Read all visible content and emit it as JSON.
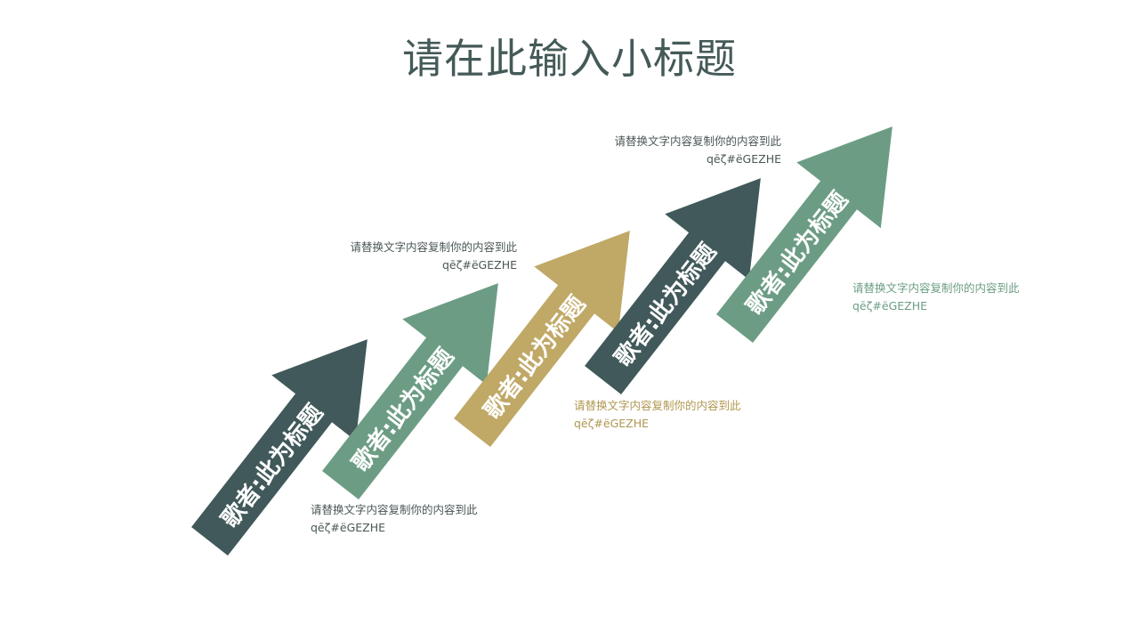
{
  "title": "请在此输入小标题",
  "colors": {
    "dark": "#41595a",
    "green": "#6c9d84",
    "gold": "#c0a866",
    "title": "#445a58",
    "text_dark": "#4a5656"
  },
  "arrows": [
    {
      "label": "歌者:此为标题",
      "color": "#41595a"
    },
    {
      "label": "歌者:此为标题",
      "color": "#6c9d84"
    },
    {
      "label": "歌者:此为标题",
      "color": "#c0a866"
    },
    {
      "label": "歌者:此为标题",
      "color": "#41595a"
    },
    {
      "label": "歌者:此为标题",
      "color": "#6c9d84"
    }
  ],
  "descriptions": [
    {
      "text": "请替换文字内容复制你的内容到此",
      "sub": "qēζ#ëGEZHE",
      "color": "#4a5656"
    },
    {
      "text": "请替换文字内容复制你的内容到此",
      "sub": "qēζ#ëGEZHE",
      "color": "#4a5656"
    },
    {
      "text": "请替换文字内容复制你的内容到此",
      "sub": "qēζ#ëGEZHE",
      "color": "#b09650"
    },
    {
      "text": "请替换文字内容复制你的内容到此",
      "sub": "qēζ#ëGEZHE",
      "color": "#4a5656"
    },
    {
      "text": "请替换文字内容复制你的内容到此",
      "sub": "qēζ#ëGEZHE",
      "color": "#6c9d84"
    }
  ]
}
